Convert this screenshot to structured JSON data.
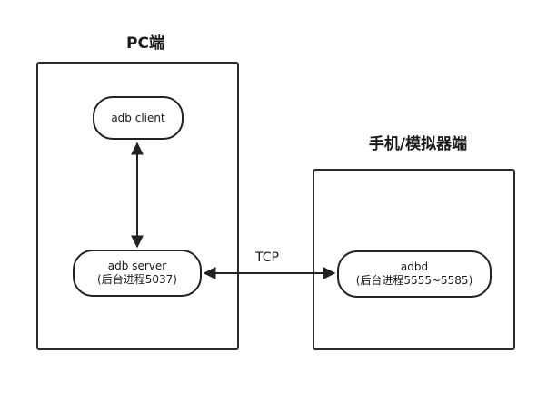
{
  "titles": {
    "pc": "PC端",
    "device": "手机/模拟器端"
  },
  "nodes": {
    "client": {
      "line1": "adb client"
    },
    "server": {
      "line1": "adb server",
      "line2": "(后台进程5037)"
    },
    "adbd": {
      "line1": "adbd",
      "line2": "(后台进程5555~5585)"
    }
  },
  "edges": {
    "tcp_label": "TCP"
  },
  "colors": {
    "stroke": "#222222",
    "background": "#ffffff"
  }
}
